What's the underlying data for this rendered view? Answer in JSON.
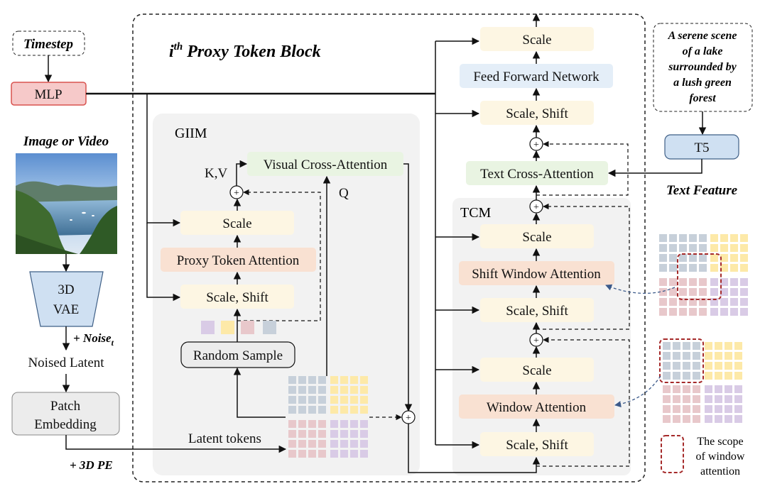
{
  "block_title": {
    "prefix": "i",
    "sup": "th",
    "rest": " Proxy Token Block"
  },
  "inputs": {
    "timestep": "Timestep",
    "mlp": "MLP",
    "image_or_video": "Image or Video",
    "vae_line1": "3D",
    "vae_line2": "VAE",
    "noise_prefix": "+ Noise",
    "noise_sub": "t",
    "noised_latent": "Noised Latent",
    "patch_line1": "Patch",
    "patch_line2": "Embedding",
    "pe": "+ 3D PE"
  },
  "giim": {
    "title": "GIIM",
    "kv": "K,V",
    "q": "Q",
    "visual_cross_attention": "Visual Cross-Attention",
    "scale": "Scale",
    "proxy_token_attention": "Proxy Token Attention",
    "scale_shift": "Scale, Shift",
    "random_sample": "Random Sample",
    "latent_tokens": "Latent tokens"
  },
  "tcm": {
    "title": "TCM",
    "scale_top": "Scale",
    "shift_window_attention": "Shift Window Attention",
    "scale_shift_top": "Scale, Shift",
    "scale_bottom": "Scale",
    "window_attention": "Window Attention",
    "scale_shift_bottom": "Scale, Shift"
  },
  "upper": {
    "scale": "Scale",
    "feed_forward_network": "Feed Forward Network",
    "scale_shift": "Scale, Shift",
    "text_cross_attention": "Text Cross-Attention"
  },
  "text_side": {
    "prompt_lines": [
      "A serene scene",
      "of a lake",
      "surrounded by",
      "a lush green",
      "forest"
    ],
    "t5": "T5",
    "text_feature": "Text Feature"
  },
  "legend": {
    "lines": [
      "The scope",
      "of window",
      "attention"
    ]
  },
  "colors": {
    "mlp_fill": "#f6c9c9",
    "mlp_stroke": "#d9534f",
    "scale_fill": "#fdf6e3",
    "attention_fill": "#f9e1d2",
    "cross_attention_fill": "#e9f4e2",
    "ffn_fill": "#e4eef8",
    "t5_fill": "#cfe0f2",
    "t5_stroke": "#3f5f86",
    "panel_fill": "#f2f2f2",
    "random_sample_fill": "#ececec",
    "token_blue": "#c7d0da",
    "token_yellow": "#fde9a8",
    "token_red": "#e8c8cb",
    "token_purple": "#d9cbe6",
    "window_scope": "#a52a2a",
    "arrow_dashed_blue": "#3c5a8a"
  }
}
